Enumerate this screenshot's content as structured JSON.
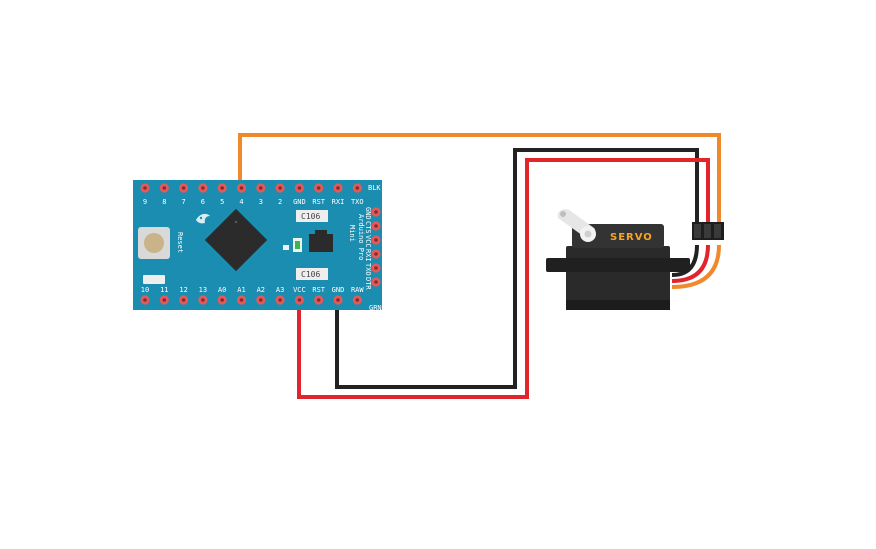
{
  "board": {
    "name_line1": "Arduino Pro",
    "name_line2": "Mini",
    "reset_label": "Reset",
    "chip_label_top": "C106",
    "chip_label_bottom": "C106",
    "corner_label_top": "BLK",
    "corner_label_bottom": "GRN",
    "top_pins": [
      "9",
      "8",
      "7",
      "6",
      "5",
      "4",
      "3",
      "2",
      "GND",
      "RST",
      "RXI",
      "TXO"
    ],
    "bottom_pins": [
      "10",
      "11",
      "12",
      "13",
      "A0",
      "A1",
      "A2",
      "A3",
      "VCC",
      "RST",
      "GND",
      "RAW"
    ],
    "side_pins": [
      "GND",
      "CTS",
      "VCC",
      "RXI",
      "TXO",
      "DTR"
    ],
    "colors": {
      "pcb": "#1a8db0",
      "pad": "#e25a5a",
      "chip": "#2b2b2b",
      "button": "#c9b48a"
    }
  },
  "servo": {
    "label": "SERVO",
    "colors": {
      "body": "#2a2a2a",
      "accent": "#f6a623"
    }
  },
  "wires": {
    "signal": {
      "from": "4",
      "to": "servo-signal",
      "color": "#f0892b"
    },
    "power": {
      "from": "VCC",
      "to": "servo-power",
      "color": "#e2242c"
    },
    "ground": {
      "from": "GND",
      "to": "servo-ground",
      "color": "#222222"
    }
  }
}
